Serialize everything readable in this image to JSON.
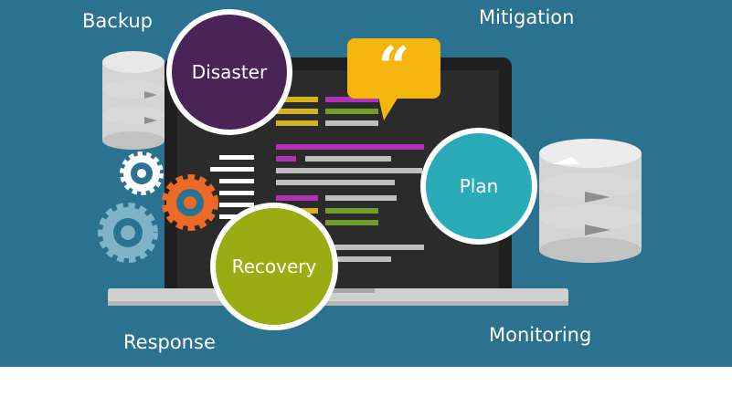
{
  "labels": {
    "backup": "Backup",
    "mitigation": "Mitigation",
    "response": "Response",
    "monitoring": "Monitoring"
  },
  "bubbles": {
    "disaster": "Disaster",
    "plan": "Plan",
    "recovery": "Recovery"
  },
  "colors": {
    "background": "#2b7190",
    "disaster": "#4b2457",
    "plan": "#2aa9b7",
    "recovery": "#9aac14",
    "quote": "#f5b50f",
    "gear_orange": "#ec6a26",
    "gear_light": "#7fb3c8"
  },
  "icons": [
    "database-icon",
    "gear-icon",
    "quote-icon",
    "laptop-icon",
    "code-lines"
  ]
}
